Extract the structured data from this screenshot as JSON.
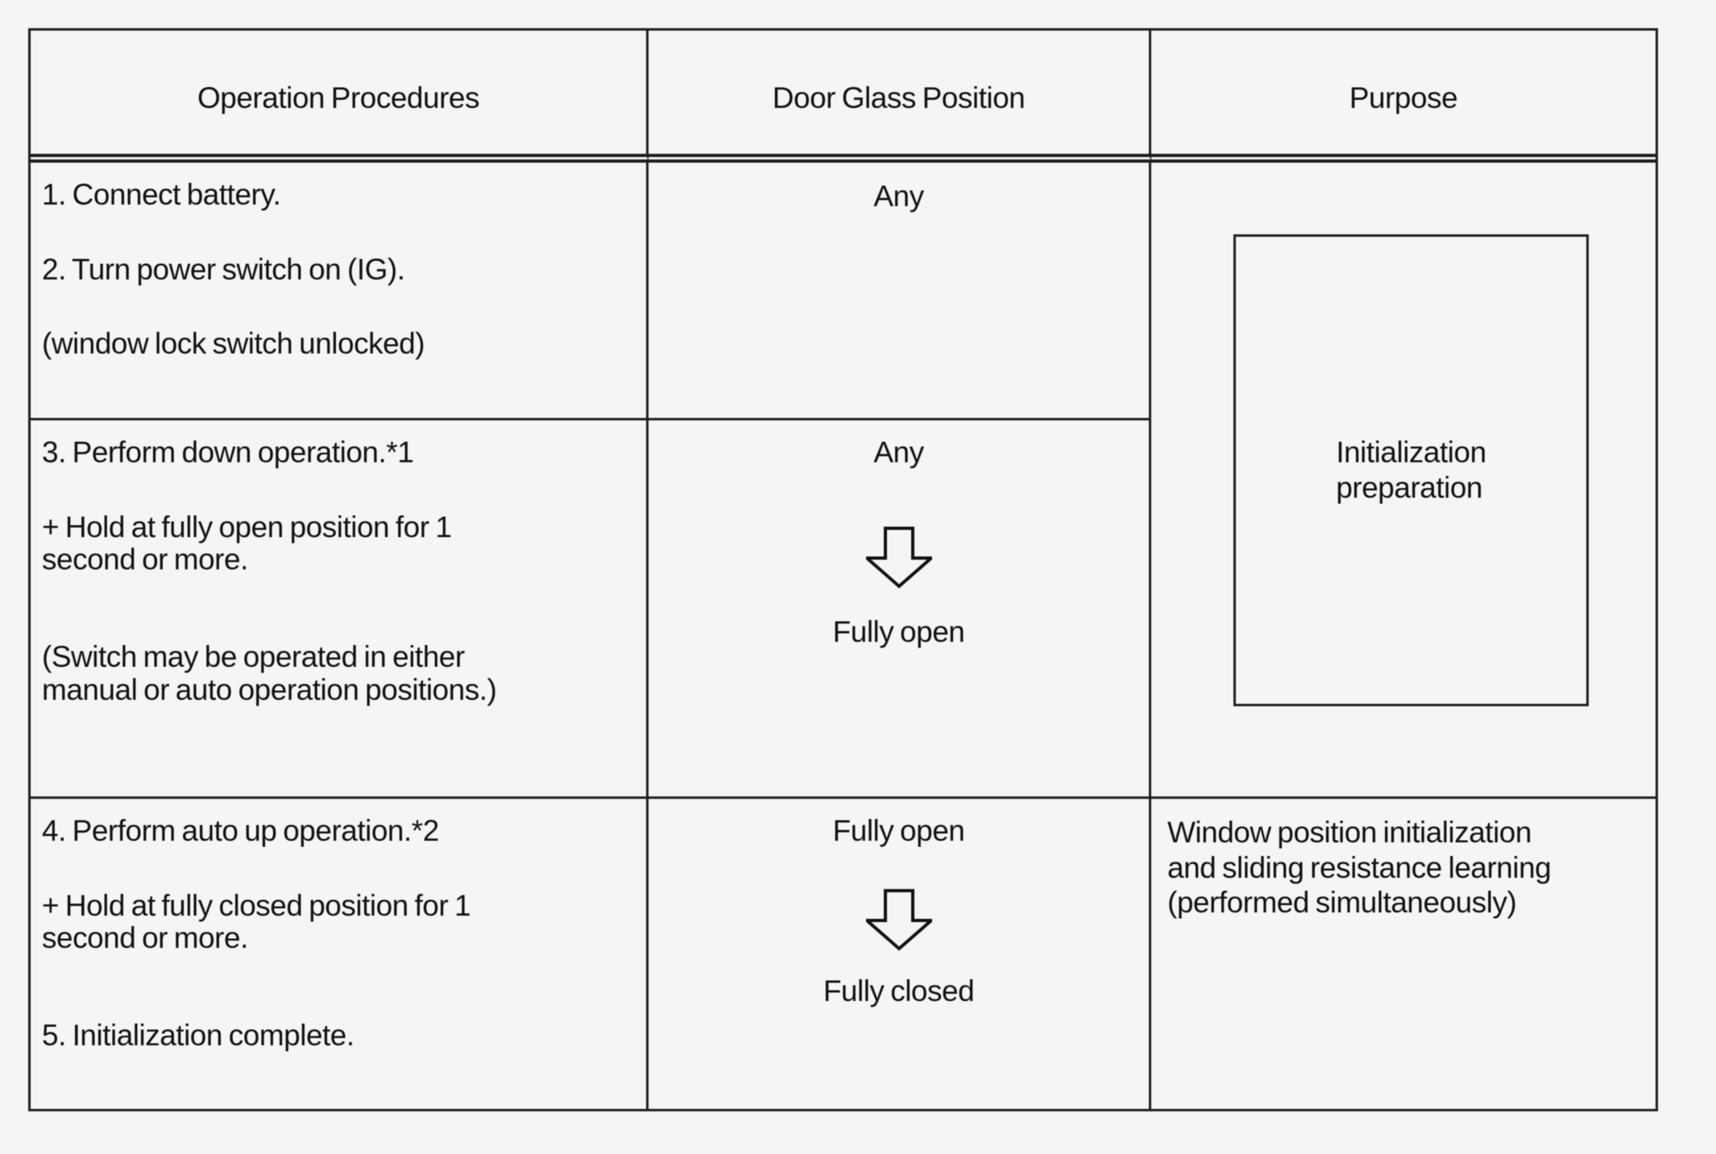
{
  "table": {
    "headers": {
      "operation": "Operation Procedures",
      "glass": "Door Glass Position",
      "purpose": "Purpose"
    },
    "row1": {
      "operation": [
        "1. Connect battery.",
        "2. Turn power switch on (IG).",
        "(window lock switch unlocked)"
      ],
      "glass": "Any"
    },
    "row2": {
      "operation": [
        "3. Perform down operation.*1",
        "+ Hold at fully open position for 1\nsecond or more.",
        "(Switch may be operated in either\nmanual or auto operation positions.)"
      ],
      "glass_from": "Any",
      "glass_to": "Fully open",
      "arrow_icon": "down-block-arrow"
    },
    "purpose_rows_1_2": "Initialization\npreparation",
    "row3": {
      "operation": [
        "4. Perform auto up operation.*2",
        "+ Hold at fully closed position for 1\nsecond or more.",
        "5. Initialization complete."
      ],
      "glass_from": "Fully open",
      "glass_to": "Fully closed",
      "arrow_icon": "down-block-arrow",
      "purpose": "Window position initialization\nand sliding resistance learning\n(performed simultaneously)"
    },
    "colors": {
      "background": "#f5f5f4",
      "border": "#1e1e1e",
      "text": "#111111"
    }
  }
}
